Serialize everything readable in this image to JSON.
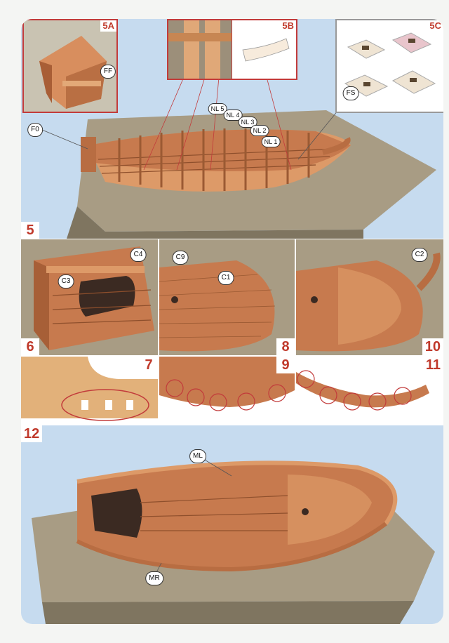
{
  "steps": {
    "s5": "5",
    "s5a": "5A",
    "s5b": "5B",
    "s5c": "5C",
    "s6": "6",
    "s7": "7",
    "s8": "8",
    "s9": "9",
    "s10": "10",
    "s11": "11",
    "s12": "12"
  },
  "callouts": {
    "f0": "F0",
    "ff": "FF",
    "fs": "FS",
    "nl5": "NL 5",
    "nl4": "NL 4",
    "nl3": "NL 3",
    "nl2": "NL 2",
    "nl1": "NL 1",
    "c4": "C4",
    "c3": "C3",
    "c9": "C9",
    "c1": "C1",
    "c2": "C2",
    "ml": "ML",
    "mr": "MR"
  },
  "colors": {
    "wood": "#c77a4e",
    "wood_light": "#dd9a68",
    "wood_dark": "#8e4f2c",
    "board": "#a89c84",
    "panel_bg": "#c6dbef",
    "accent_red": "#c0392b"
  }
}
